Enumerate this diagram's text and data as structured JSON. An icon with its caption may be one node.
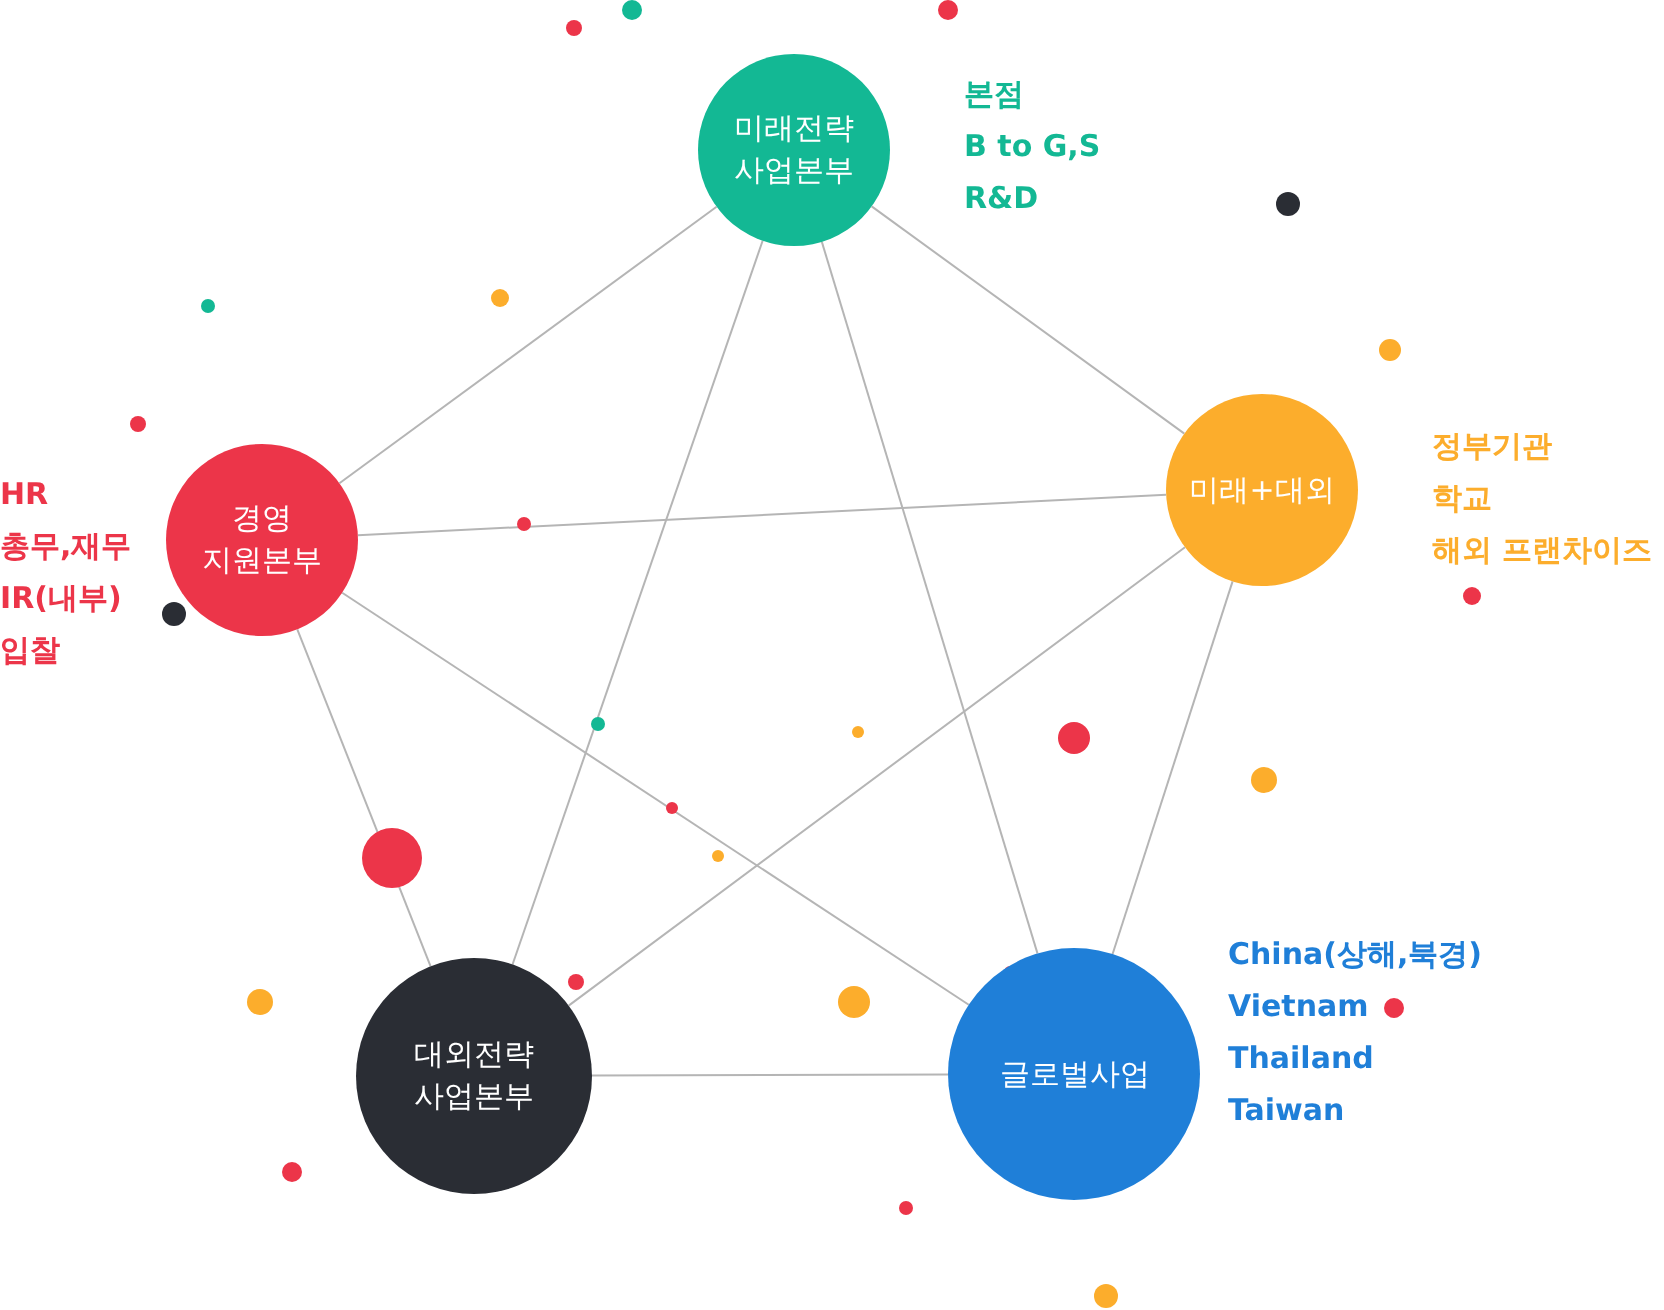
{
  "diagram": {
    "nodes": [
      {
        "text": [
          "미래전략 사업본부"
        ],
        "beside": [
          "본점",
          "B to G,S",
          "R&D"
        ]
      },
      {
        "text": [
          "미래+대외"
        ],
        "beside": [
          "정부기관",
          "학교",
          "해외 프랜차이즈"
        ]
      },
      {
        "text": [
          "경영 지원본부"
        ],
        "beside": [
          "HR",
          "총무,재무",
          "IR(내부)",
          "입찰"
        ]
      },
      {
        "text": [
          "대외전략 사업본부"
        ]
      },
      {
        "text": [
          "글로벌사업"
        ],
        "beside": [
          "China(상해,북경)",
          "Vietnam",
          "Thailand",
          "Taiwan"
        ]
      }
    ],
    "edges": [
      {
        "from": 0,
        "to": 2,
        "arrow": "none"
      },
      {
        "from": 0,
        "to": 1,
        "arrow": "none"
      },
      {
        "from": 0,
        "to": 3,
        "arrow": "none"
      },
      {
        "from": 0,
        "to": 4,
        "arrow": "none"
      },
      {
        "from": 2,
        "to": 1,
        "arrow": "none"
      },
      {
        "from": 2,
        "to": 3,
        "arrow": "none"
      },
      {
        "from": 2,
        "to": 4,
        "arrow": "none"
      },
      {
        "from": 1,
        "to": 3,
        "arrow": "none"
      },
      {
        "from": 1,
        "to": 4,
        "arrow": "none"
      },
      {
        "from": 3,
        "to": 4,
        "arrow": "none"
      }
    ]
  }
}
